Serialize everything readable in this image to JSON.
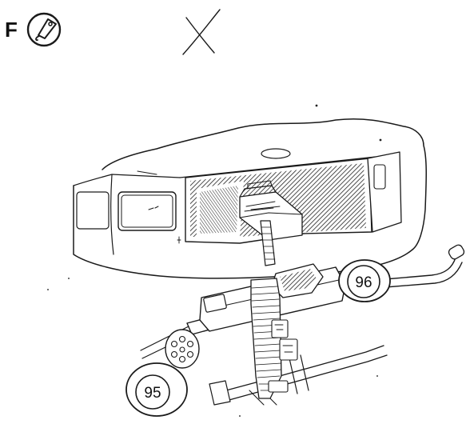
{
  "section": {
    "letter": "F",
    "symbol_icon": "tag-tool-icon",
    "cross_mark_icon": "cross-out-icon"
  },
  "callouts": [
    {
      "id": "callout-96",
      "number": "96"
    },
    {
      "id": "callout-95",
      "number": "95"
    }
  ],
  "colors": {
    "ink": "#1a1a1a",
    "background": "#ffffff"
  }
}
